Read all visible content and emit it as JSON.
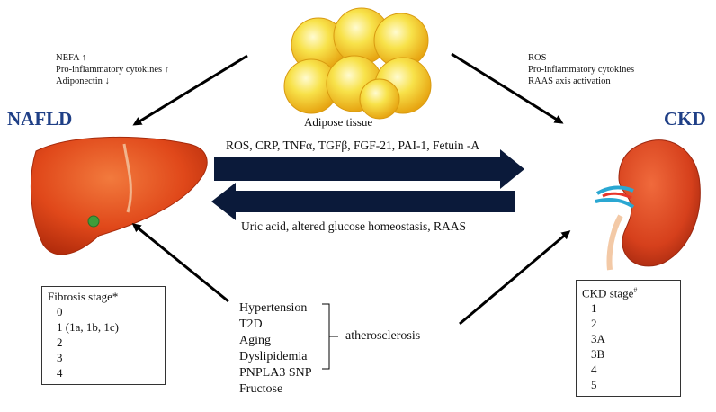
{
  "adipose": {
    "label": "Adipose tissue"
  },
  "left_effects": [
    "NEFA ↑",
    "Pro-inflammatory cytokines ↑",
    "Adiponectin ↓"
  ],
  "right_effects": [
    "ROS",
    "Pro-inflammatory cytokines",
    "RAAS axis activation"
  ],
  "nafld": {
    "label": "NAFLD"
  },
  "ckd": {
    "label": "CKD"
  },
  "arrow_top_label": "ROS, CRP, TNFα, TGFβ, FGF-21, PAI-1, Fetuin -A",
  "arrow_bottom_label": "Uric acid, altered glucose homeostasis, RAAS",
  "fibrosis": {
    "title": "Fibrosis stage*",
    "stages": [
      "0",
      "1 (1a, 1b, 1c)",
      "2",
      "3",
      "4"
    ]
  },
  "ckd_stage": {
    "title": "CKD stage",
    "title_sup": "#",
    "stages": [
      "1",
      "2",
      "3A",
      "3B",
      "4",
      "5"
    ]
  },
  "risk_factors": [
    "Hypertension",
    "T2D",
    "Aging",
    "Dyslipidemia",
    "PNPLA3 SNP",
    "Fructose"
  ],
  "atherosclerosis_label": "atherosclerosis",
  "colors": {
    "title": "#1f3f86",
    "arrow": "#0b1a3a",
    "liver": "#e0481a",
    "kidney": "#d6401c",
    "fat": "#f4d21c"
  }
}
